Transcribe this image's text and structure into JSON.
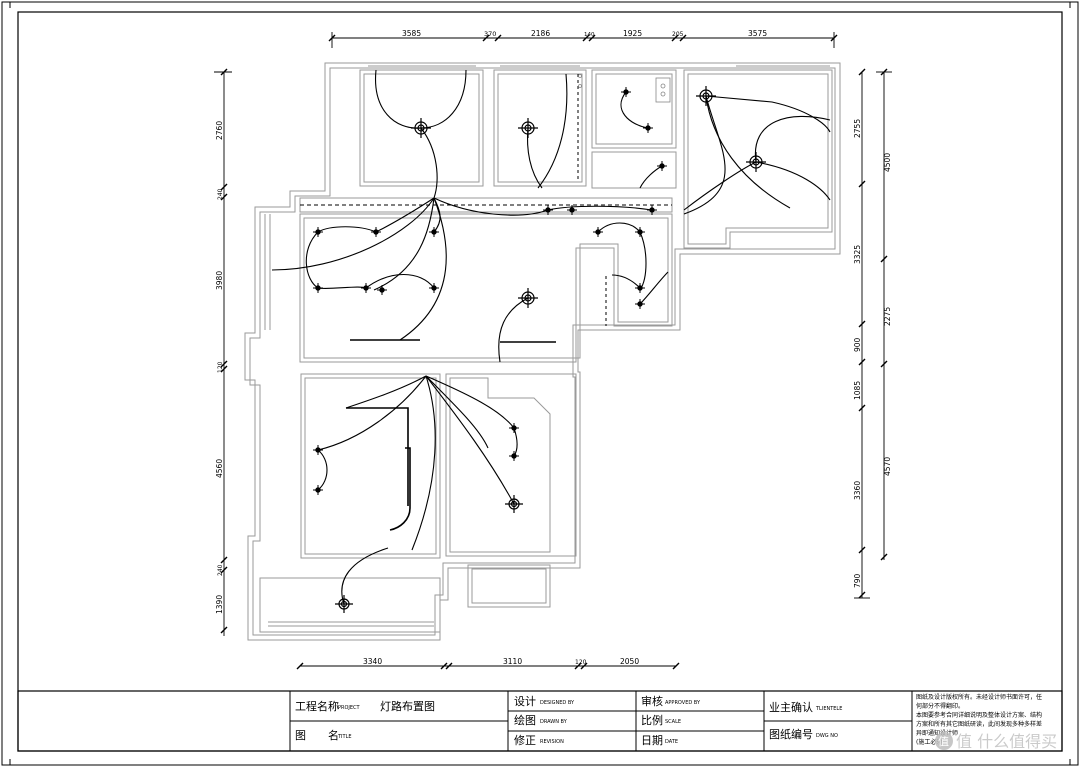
{
  "drawing": {
    "dims_top": [
      "3585",
      "370",
      "2186",
      "140",
      "1925",
      "205",
      "3575"
    ],
    "dims_bottom": [
      "3340",
      "3110",
      "120",
      "2050"
    ],
    "dims_left": [
      "2760",
      "240",
      "3980",
      "120",
      "4560",
      "240",
      "1390"
    ],
    "dims_right_inner": [
      "2755",
      "3325",
      "900",
      "1085",
      "3360",
      "790"
    ],
    "dims_right_outer": [
      "4500",
      "2275",
      "4570"
    ]
  },
  "title_block": {
    "project_label": "工程名称",
    "project_label_en": "PROJECT",
    "project_name": "灯路布置图",
    "title_label": "图　　名",
    "title_label_en": "TITLE",
    "designed_label": "设计",
    "designed_label_en": "DESIGNED BY",
    "drawn_label": "绘图",
    "drawn_label_en": "DRAWN BY",
    "revision_label": "修正",
    "revision_label_en": "REVISION",
    "approved_label": "审核",
    "approved_label_en": "APPROVED BY",
    "scale_label": "比例",
    "scale_label_en": "SCALE",
    "date_label": "日期",
    "date_label_en": "DATE",
    "client_label": "业主确认",
    "client_label_en": "TLIENTELE",
    "dwg_label": "图纸编号",
    "dwg_label_en": "DWG NO",
    "notes": [
      "图纸及设计版权所有。未经设计师书面许可，任",
      "何部分不得翻印。",
      "本图要参考合同详细说明及整体设计方案、结构",
      "方案和所有其它图纸研读，此间发现多种多样差",
      "异即通知设计师",
      "(施工必须"
    ]
  },
  "watermark": {
    "text": "值 什么值得买",
    "badge": "值"
  }
}
